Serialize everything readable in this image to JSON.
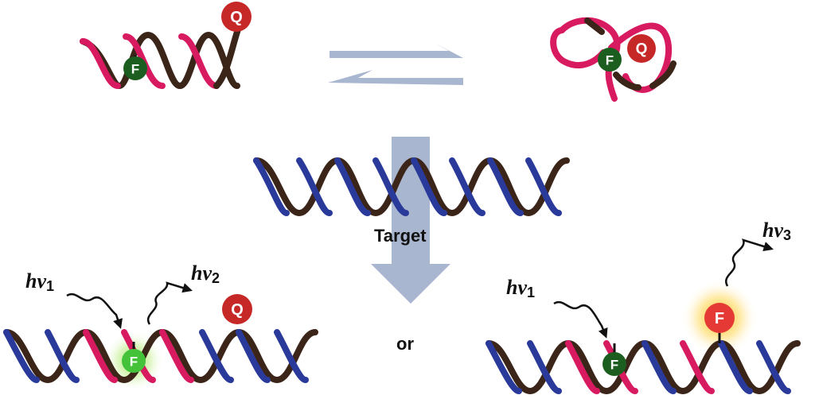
{
  "labels": {
    "target": "Target",
    "or": "or",
    "fluorophore": "F",
    "quencher": "Q",
    "h": "h",
    "nu": "ν",
    "sub1": "1",
    "sub2": "2",
    "sub3": "3"
  },
  "colors": {
    "probe_strand": "#d81b60",
    "dark_strand": "#3b2418",
    "target_strand": "#2a3a9a",
    "fluorophore_dark": "#1b5e20",
    "fluorophore_bright": "#43c23a",
    "quencher": "#c62828",
    "fluorophore_red": "#e53935",
    "arrow": "#a9b6cf"
  }
}
